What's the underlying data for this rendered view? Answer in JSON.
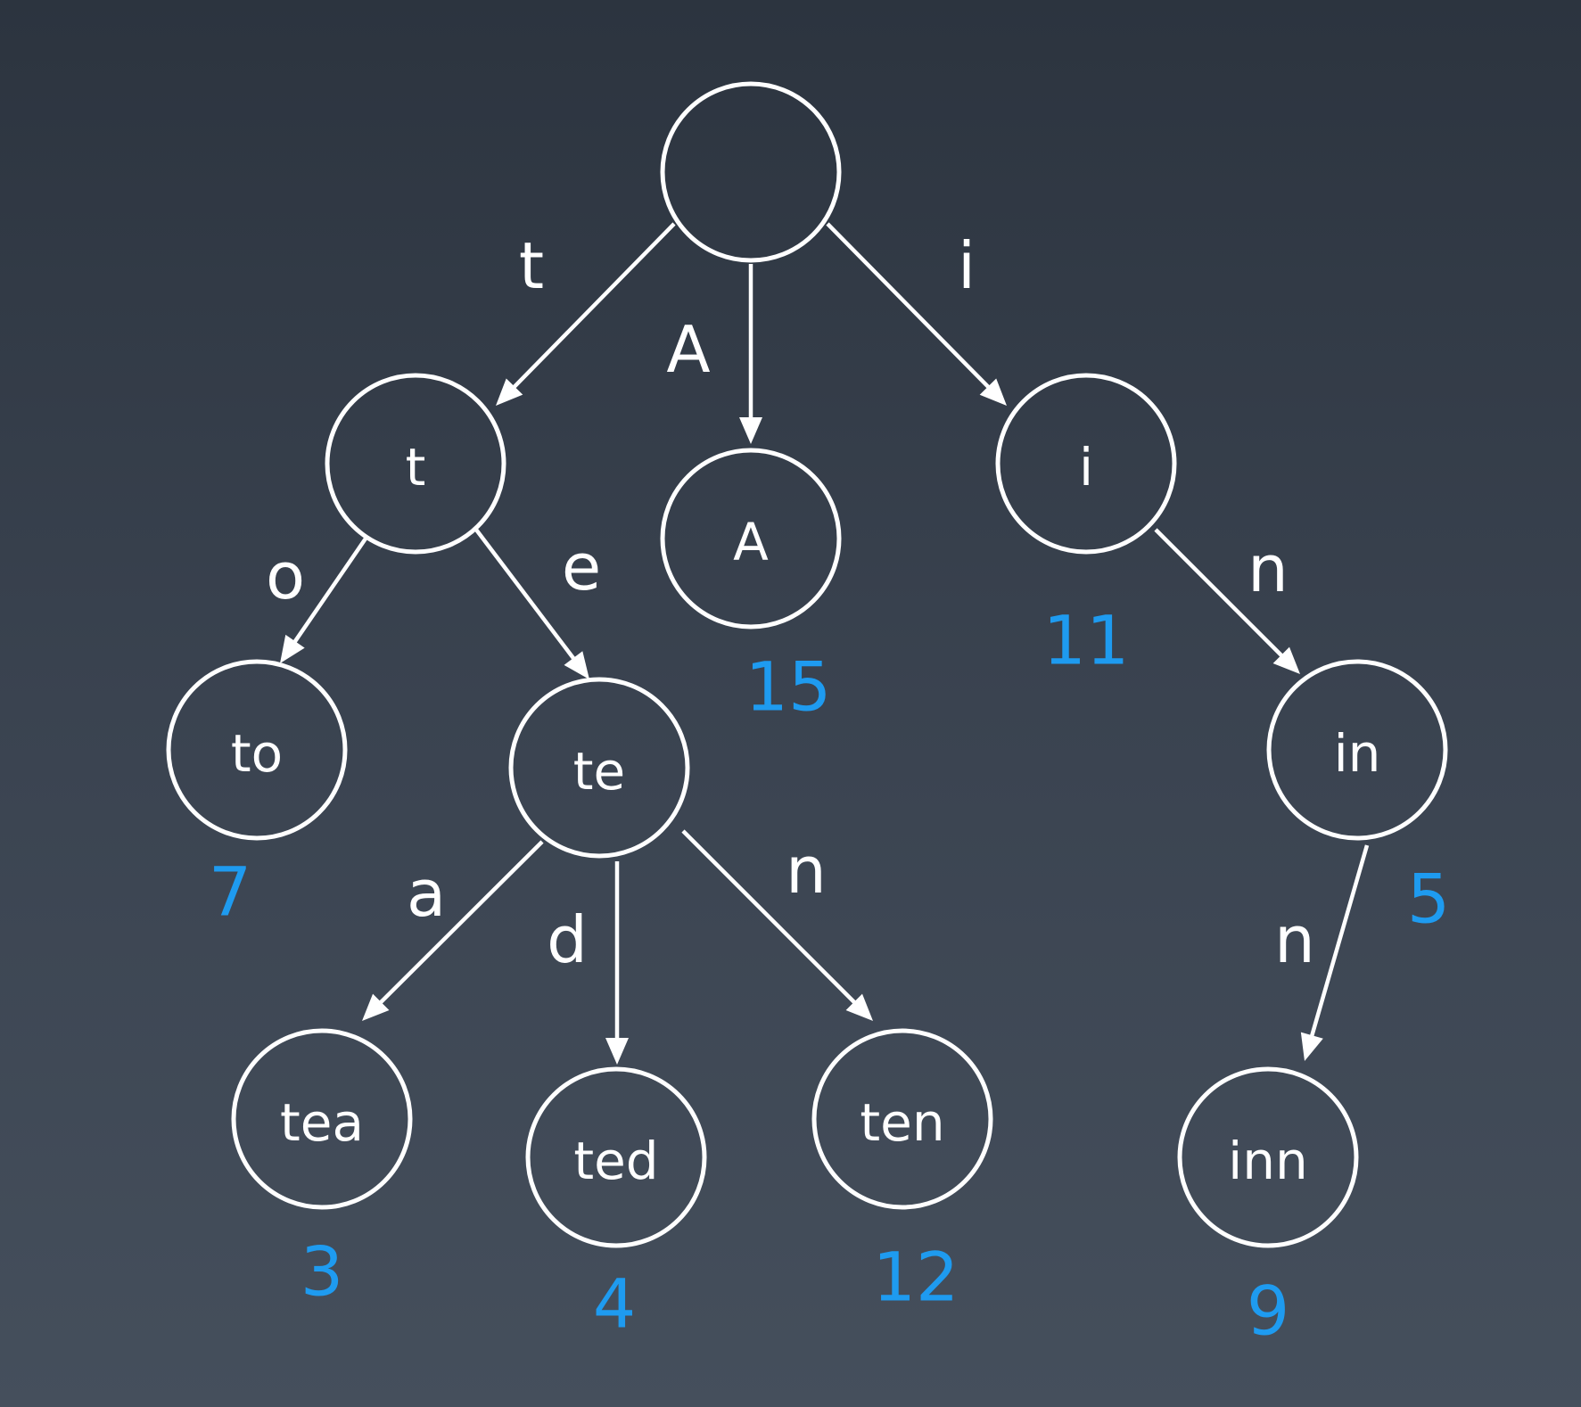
{
  "nodes": [
    {
      "id": "root",
      "label": "",
      "value": ""
    },
    {
      "id": "t",
      "label": "t",
      "value": ""
    },
    {
      "id": "A",
      "label": "A",
      "value": "15"
    },
    {
      "id": "i",
      "label": "i",
      "value": "11"
    },
    {
      "id": "to",
      "label": "to",
      "value": "7"
    },
    {
      "id": "te",
      "label": "te",
      "value": ""
    },
    {
      "id": "in",
      "label": "in",
      "value": "5"
    },
    {
      "id": "tea",
      "label": "tea",
      "value": "3"
    },
    {
      "id": "ted",
      "label": "ted",
      "value": "4"
    },
    {
      "id": "ten",
      "label": "ten",
      "value": "12"
    },
    {
      "id": "inn",
      "label": "inn",
      "value": "9"
    }
  ],
  "edges": [
    {
      "from": "root",
      "to": "t",
      "label": "t"
    },
    {
      "from": "root",
      "to": "A",
      "label": "A"
    },
    {
      "from": "root",
      "to": "i",
      "label": "i"
    },
    {
      "from": "t",
      "to": "to",
      "label": "o"
    },
    {
      "from": "t",
      "to": "te",
      "label": "e"
    },
    {
      "from": "i",
      "to": "in",
      "label": "n"
    },
    {
      "from": "te",
      "to": "tea",
      "label": "a"
    },
    {
      "from": "te",
      "to": "ted",
      "label": "d"
    },
    {
      "from": "te",
      "to": "ten",
      "label": "n"
    },
    {
      "from": "in",
      "to": "inn",
      "label": "n"
    }
  ],
  "colors": {
    "stroke": "#ffffff",
    "value": "#1e9bf0"
  }
}
